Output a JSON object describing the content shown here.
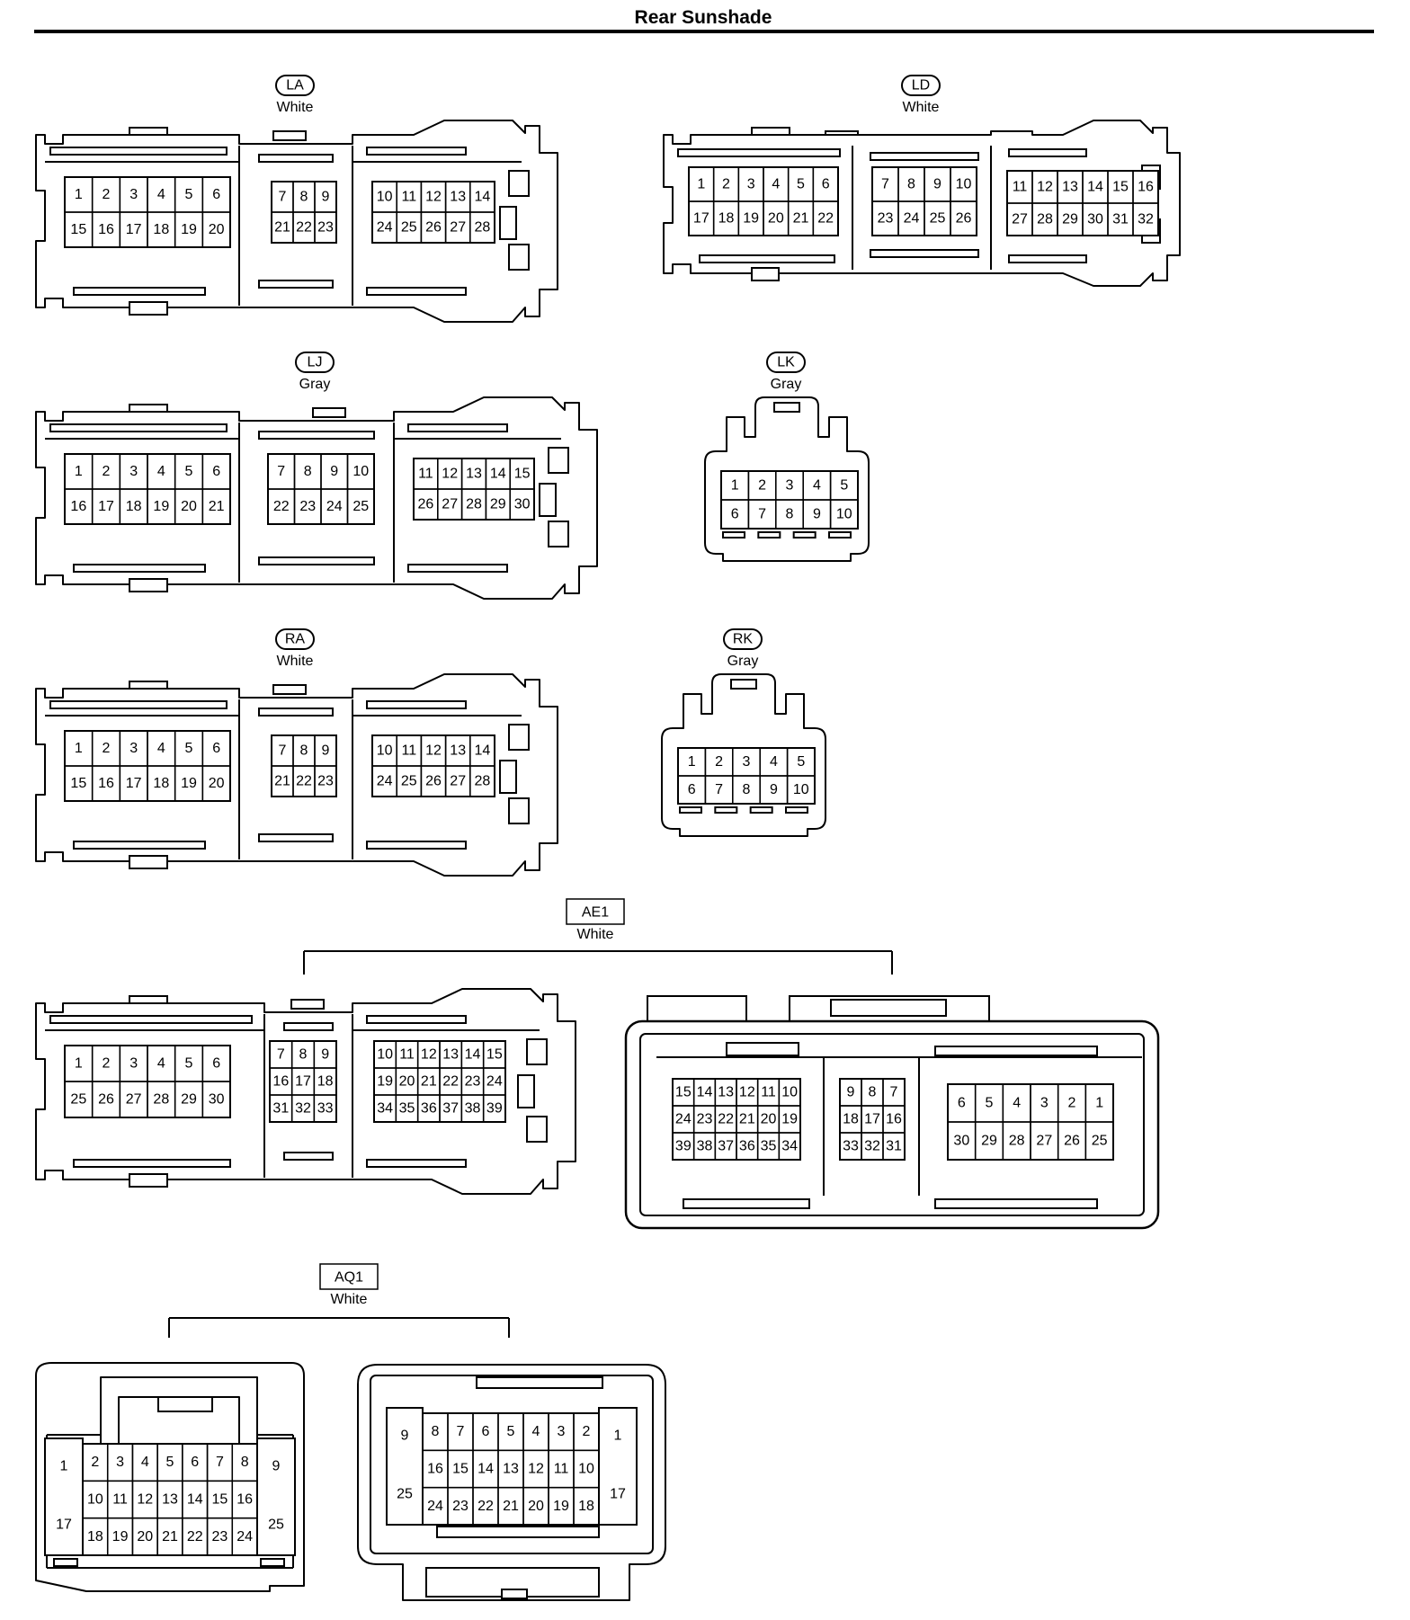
{
  "page": {
    "title": "Rear Sunshade"
  },
  "connectors": [
    {
      "id": "LA",
      "label": "LA",
      "color": "White",
      "label_style": "pill",
      "sections": [
        {
          "rows": [
            [
              "1",
              "2",
              "3",
              "4",
              "5",
              "6"
            ],
            [
              "15",
              "16",
              "17",
              "18",
              "19",
              "20"
            ]
          ]
        },
        {
          "rows": [
            [
              "7",
              "8",
              "9"
            ],
            [
              "21",
              "22",
              "23"
            ]
          ]
        },
        {
          "rows": [
            [
              "10",
              "11",
              "12",
              "13",
              "14"
            ],
            [
              "24",
              "25",
              "26",
              "27",
              "28"
            ]
          ]
        }
      ]
    },
    {
      "id": "LD",
      "label": "LD",
      "color": "White",
      "label_style": "pill",
      "sections": [
        {
          "rows": [
            [
              "1",
              "2",
              "3",
              "4",
              "5",
              "6"
            ],
            [
              "17",
              "18",
              "19",
              "20",
              "21",
              "22"
            ]
          ]
        },
        {
          "rows": [
            [
              "7",
              "8",
              "9",
              "10"
            ],
            [
              "23",
              "24",
              "25",
              "26"
            ]
          ]
        },
        {
          "rows": [
            [
              "11",
              "12",
              "13",
              "14",
              "15",
              "16"
            ],
            [
              "27",
              "28",
              "29",
              "30",
              "31",
              "32"
            ]
          ]
        }
      ]
    },
    {
      "id": "LJ",
      "label": "LJ",
      "color": "Gray",
      "label_style": "pill",
      "sections": [
        {
          "rows": [
            [
              "1",
              "2",
              "3",
              "4",
              "5",
              "6"
            ],
            [
              "16",
              "17",
              "18",
              "19",
              "20",
              "21"
            ]
          ]
        },
        {
          "rows": [
            [
              "7",
              "8",
              "9",
              "10"
            ],
            [
              "22",
              "23",
              "24",
              "25"
            ]
          ]
        },
        {
          "rows": [
            [
              "11",
              "12",
              "13",
              "14",
              "15"
            ],
            [
              "26",
              "27",
              "28",
              "29",
              "30"
            ]
          ]
        }
      ]
    },
    {
      "id": "LK",
      "label": "LK",
      "color": "Gray",
      "label_style": "pill",
      "sections": [
        {
          "rows": [
            [
              "1",
              "2",
              "3",
              "4",
              "5"
            ],
            [
              "6",
              "7",
              "8",
              "9",
              "10"
            ]
          ]
        }
      ]
    },
    {
      "id": "RA",
      "label": "RA",
      "color": "White",
      "label_style": "pill",
      "sections": [
        {
          "rows": [
            [
              "1",
              "2",
              "3",
              "4",
              "5",
              "6"
            ],
            [
              "15",
              "16",
              "17",
              "18",
              "19",
              "20"
            ]
          ]
        },
        {
          "rows": [
            [
              "7",
              "8",
              "9"
            ],
            [
              "21",
              "22",
              "23"
            ]
          ]
        },
        {
          "rows": [
            [
              "10",
              "11",
              "12",
              "13",
              "14"
            ],
            [
              "24",
              "25",
              "26",
              "27",
              "28"
            ]
          ]
        }
      ]
    },
    {
      "id": "RK",
      "label": "RK",
      "color": "Gray",
      "label_style": "pill",
      "sections": [
        {
          "rows": [
            [
              "1",
              "2",
              "3",
              "4",
              "5"
            ],
            [
              "6",
              "7",
              "8",
              "9",
              "10"
            ]
          ]
        }
      ]
    },
    {
      "id": "AE1",
      "label": "AE1",
      "color": "White",
      "label_style": "box",
      "sections": [
        {
          "rows": [
            [
              "1",
              "2",
              "3",
              "4",
              "5",
              "6"
            ],
            [
              "25",
              "26",
              "27",
              "28",
              "29",
              "30"
            ]
          ]
        },
        {
          "rows": [
            [
              "7",
              "8",
              "9"
            ],
            [
              "16",
              "17",
              "18"
            ],
            [
              "31",
              "32",
              "33"
            ]
          ]
        },
        {
          "rows": [
            [
              "10",
              "11",
              "12",
              "13",
              "14",
              "15"
            ],
            [
              "19",
              "20",
              "21",
              "22",
              "23",
              "24"
            ],
            [
              "34",
              "35",
              "36",
              "37",
              "38",
              "39"
            ]
          ]
        },
        {
          "rows": [
            [
              "15",
              "14",
              "13",
              "12",
              "11",
              "10"
            ],
            [
              "24",
              "23",
              "22",
              "21",
              "20",
              "19"
            ],
            [
              "39",
              "38",
              "37",
              "36",
              "35",
              "34"
            ]
          ]
        },
        {
          "rows": [
            [
              "9",
              "8",
              "7"
            ],
            [
              "18",
              "17",
              "16"
            ],
            [
              "33",
              "32",
              "31"
            ]
          ]
        },
        {
          "rows": [
            [
              "6",
              "5",
              "4",
              "3",
              "2",
              "1"
            ],
            [
              "30",
              "29",
              "28",
              "27",
              "26",
              "25"
            ]
          ]
        }
      ]
    },
    {
      "id": "AQ1",
      "label": "AQ1",
      "color": "White",
      "label_style": "box",
      "sections": [
        {
          "side_top": "1",
          "side_bottom": "17",
          "rows": [
            [
              "2",
              "3",
              "4",
              "5",
              "6",
              "7",
              "8"
            ],
            [
              "10",
              "11",
              "12",
              "13",
              "14",
              "15",
              "16"
            ],
            [
              "18",
              "19",
              "20",
              "21",
              "22",
              "23",
              "24"
            ]
          ],
          "end_top": "9",
          "end_bottom": "25"
        },
        {
          "side_top": "9",
          "side_bottom": "25",
          "rows": [
            [
              "8",
              "7",
              "6",
              "5",
              "4",
              "3",
              "2"
            ],
            [
              "16",
              "15",
              "14",
              "13",
              "12",
              "11",
              "10"
            ],
            [
              "24",
              "23",
              "22",
              "21",
              "20",
              "19",
              "18"
            ]
          ],
          "end_top": "1",
          "end_bottom": "17"
        }
      ]
    }
  ]
}
